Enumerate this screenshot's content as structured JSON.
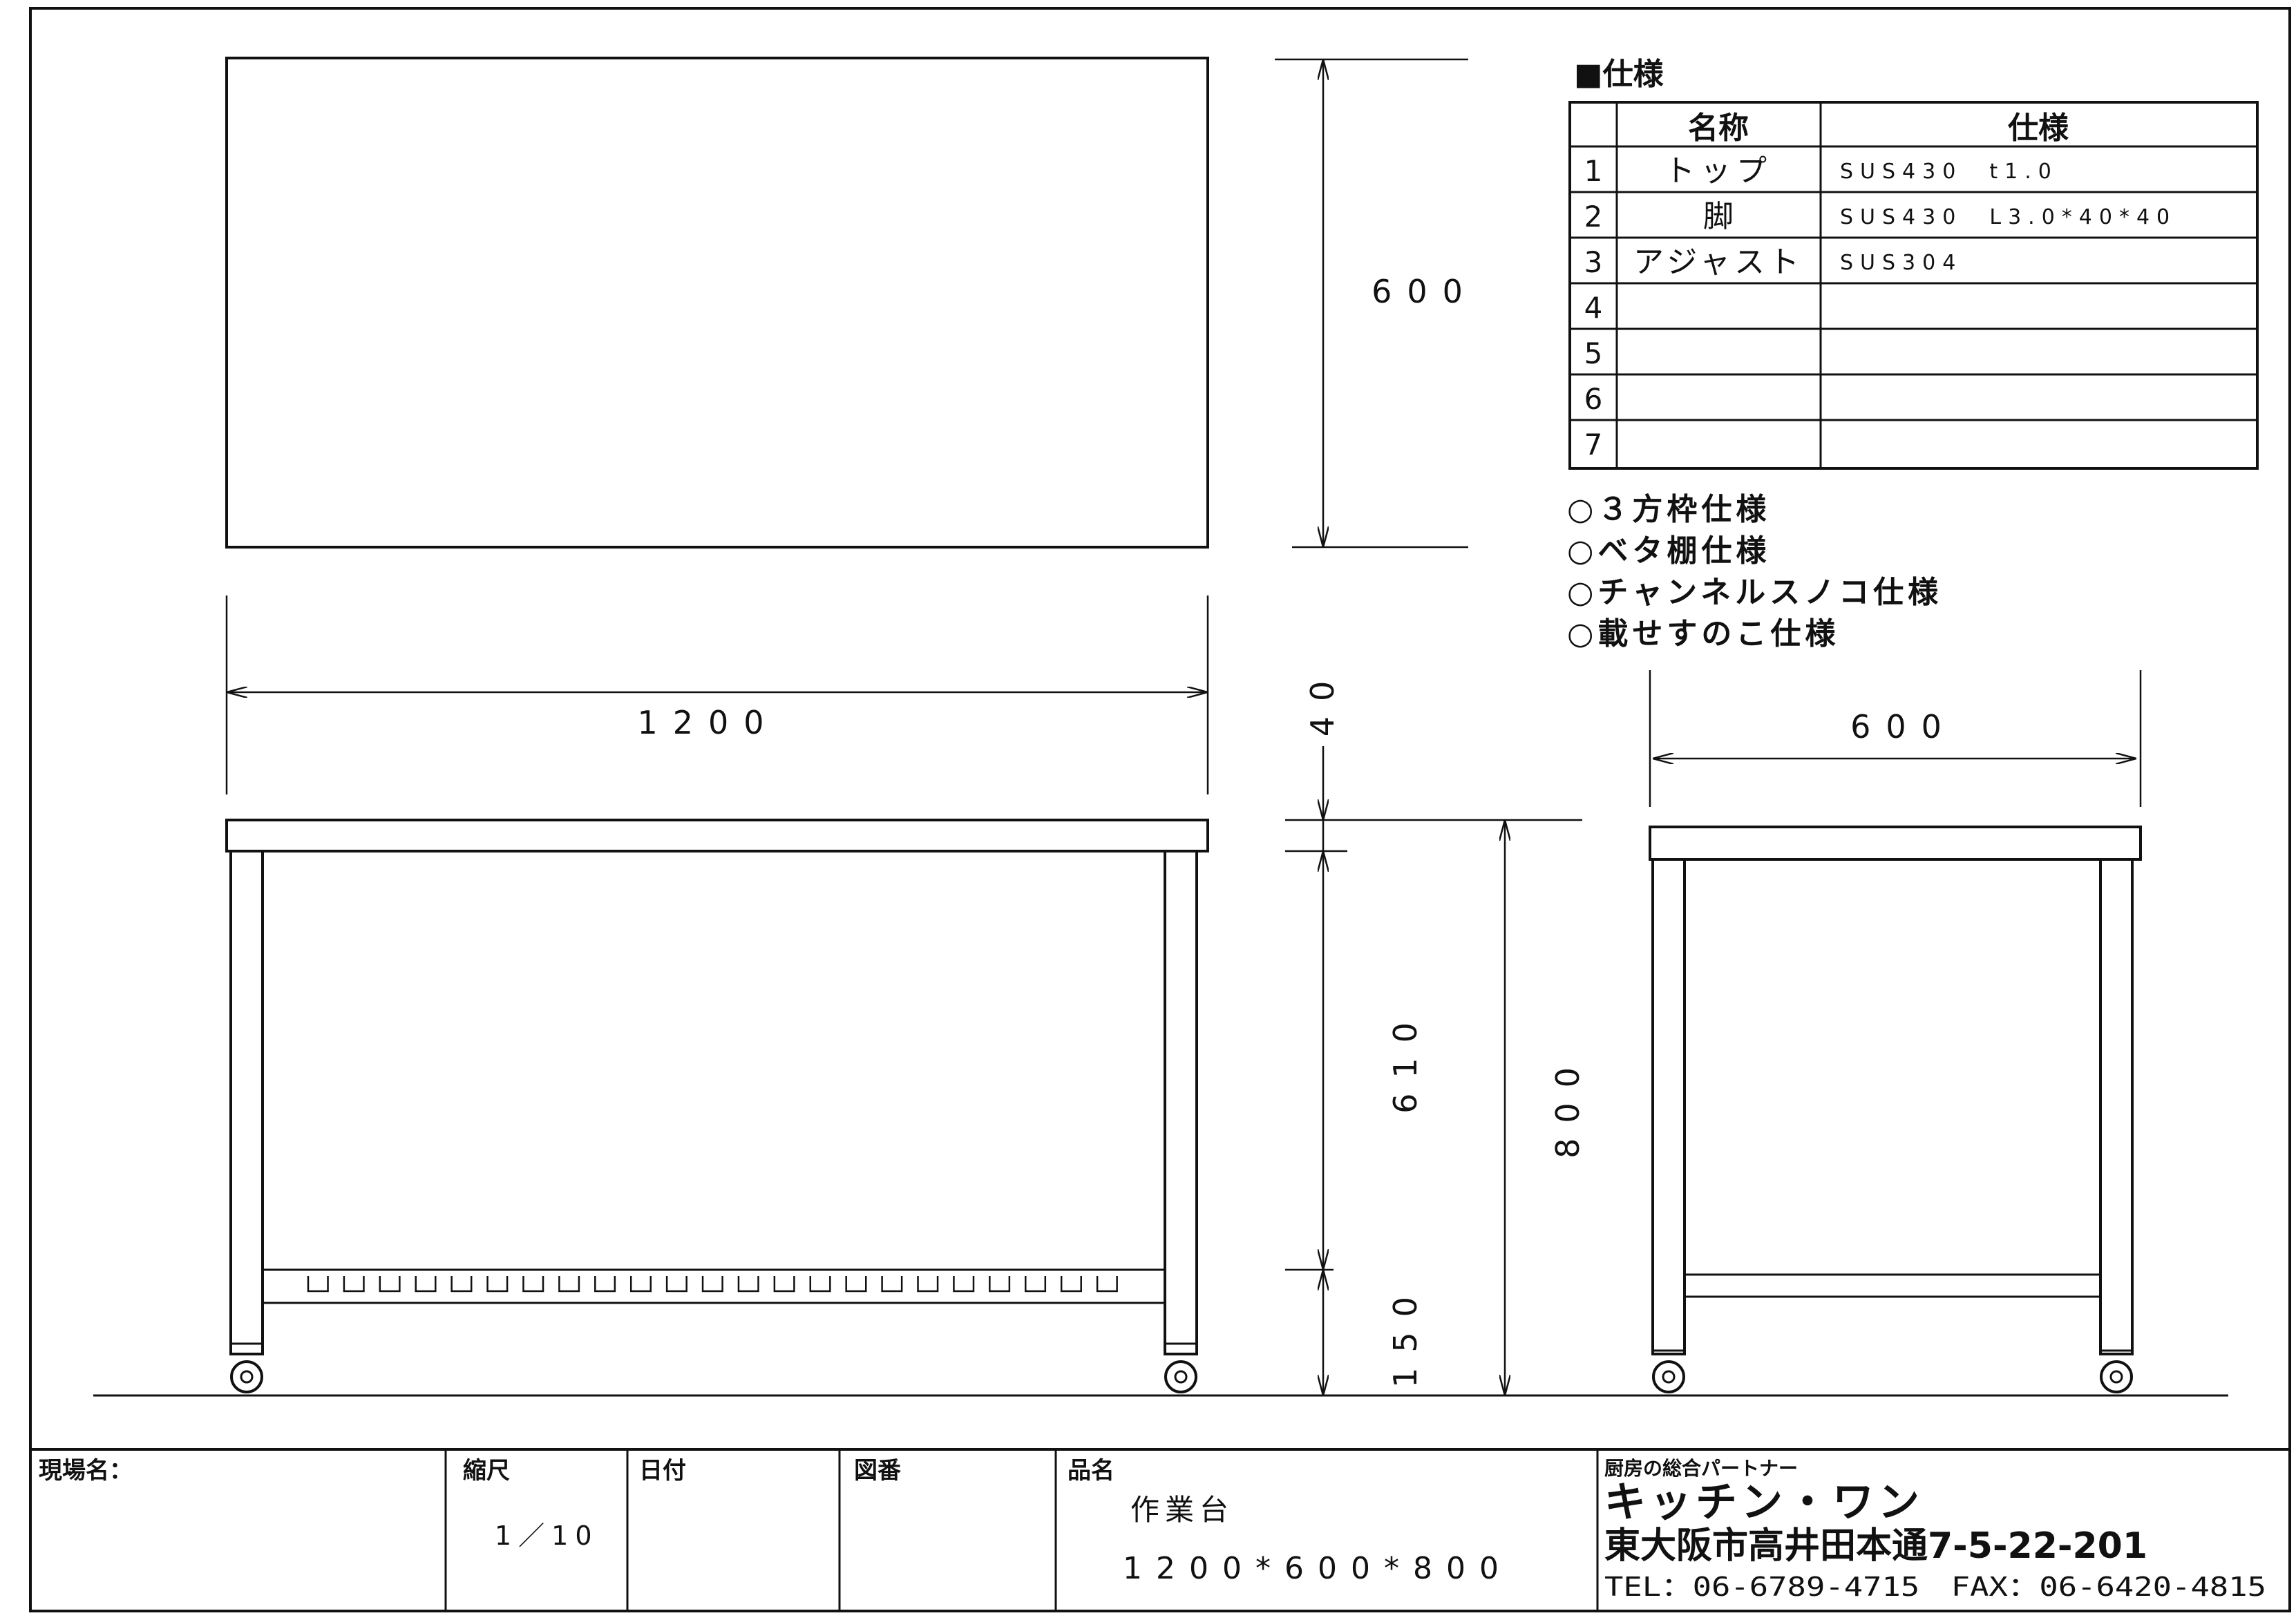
{
  "spec": {
    "heading": "■仕様",
    "col_name": "名称",
    "col_spec": "仕様",
    "rows": [
      {
        "no": "1",
        "name": "トップ",
        "spec": "SUS430  t1.0"
      },
      {
        "no": "2",
        "name": "脚",
        "spec": "SUS430  L3.0*40*40"
      },
      {
        "no": "3",
        "name": "アジャスト",
        "spec": "SUS304"
      },
      {
        "no": "4",
        "name": "",
        "spec": ""
      },
      {
        "no": "5",
        "name": "",
        "spec": ""
      },
      {
        "no": "6",
        "name": "",
        "spec": ""
      },
      {
        "no": "7",
        "name": "",
        "spec": ""
      }
    ],
    "options": [
      "○３方枠仕様",
      "○ベタ棚仕様",
      "○チャンネルスノコ仕様",
      "○載せすのこ仕様"
    ]
  },
  "dimensions": {
    "top_depth": "600",
    "width": "1200",
    "top_thickness": "40",
    "leg_mid": "610",
    "leg_bottom": "150",
    "total_height": "800",
    "side_depth": "600"
  },
  "title_block": {
    "site_label": "現場名：",
    "scale_label": "縮尺",
    "scale_value": "1／10",
    "date_label": "日付",
    "drawing_no_label": "図番",
    "product_label": "品名",
    "product_name": "作業台",
    "product_size": "1200*600*800",
    "company_tagline": "厨房の総合パートナー",
    "company_name": "キッチン・ワン",
    "company_address": "東大阪市高井田本通7-5-22-201",
    "company_contact": "TEL：06-6789-4715　FAX：06-6420-4815"
  }
}
